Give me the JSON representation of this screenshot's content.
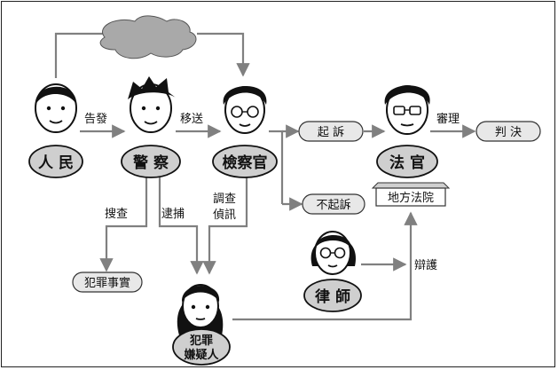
{
  "actors": {
    "people": "人 民",
    "police": "警 察",
    "prosecutor": "檢察官",
    "judge": "法 官",
    "lawyer": "律 師",
    "suspect_line1": "犯罪",
    "suspect_line2": "嫌疑人"
  },
  "court": {
    "label": "地方法院"
  },
  "outcomes": {
    "indict": "起 訴",
    "no_indict": "不起訴",
    "judgment": "判 決",
    "crime_facts": "犯罪事實"
  },
  "edges": {
    "report": "告發",
    "transfer": "移送",
    "trial": "審理",
    "search": "搜查",
    "arrest": "逮捕",
    "investigate_1": "調查",
    "investigate_2": "偵訊",
    "defend": "辯護"
  },
  "colors": {
    "line": "#808080",
    "pill_fill": "#e8e8e8",
    "badge_fill": "#cfcfcf",
    "cloud_fill": "#a9a9a9"
  }
}
